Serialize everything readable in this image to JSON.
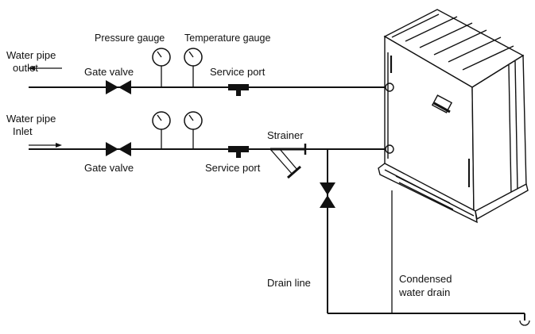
{
  "labels": {
    "water_outlet_l1": "Water pipe",
    "water_outlet_l2": "outlet",
    "water_inlet_l1": "Water pipe",
    "water_inlet_l2": "Inlet",
    "pressure_gauge": "Pressure gauge",
    "temperature_gauge": "Temperature gauge",
    "gate_valve_top": "Gate valve",
    "gate_valve_bottom": "Gate valve",
    "service_port_top": "Service port",
    "service_port_bottom": "Service port",
    "strainer": "Strainer",
    "drain_line": "Drain line",
    "condensed_l1": "Condensed",
    "condensed_l2": "water drain"
  },
  "icons": {
    "outdoor_unit": "outdoor-unit-icon",
    "gate_valve": "bowtie-valve-icon",
    "gauge": "round-gauge-icon",
    "service_port": "t-port-icon",
    "strainer": "y-strainer-icon",
    "drain": "drain-outlet-icon"
  },
  "colors": {
    "line": "#111111",
    "background": "#ffffff"
  }
}
